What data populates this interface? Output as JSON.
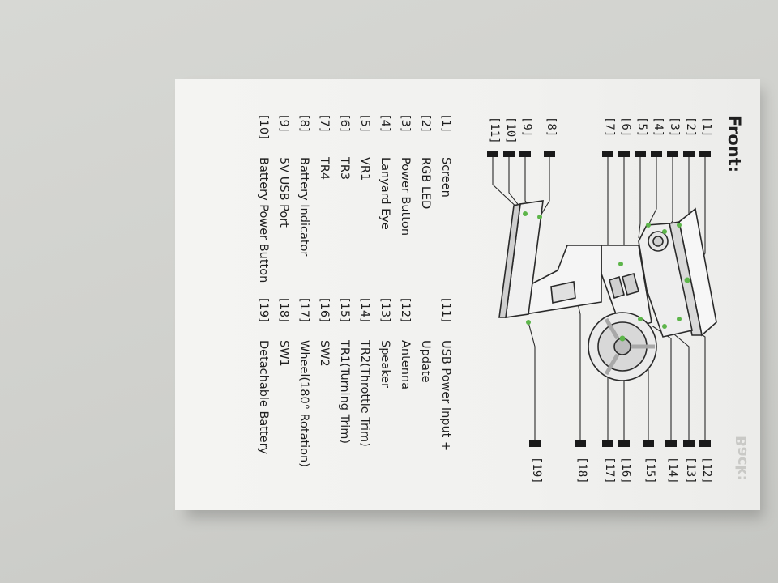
{
  "document": {
    "title": "Front:",
    "ghost_title": "Back:",
    "left_callouts": [
      "[1]",
      "[2]",
      "[3]",
      "[4]",
      "[5]",
      "[6]",
      "[7]",
      "[8]",
      "[9]",
      "[10]",
      "[11]"
    ],
    "right_callouts": [
      "[12]",
      "[13]",
      "[14]",
      "[15]",
      "[16]",
      "[17]",
      "[18]",
      "[19]"
    ],
    "legend_col1": [
      {
        "num": "[1]",
        "text": "Screen"
      },
      {
        "num": "[2]",
        "text": "RGB LED"
      },
      {
        "num": "[3]",
        "text": "Power Button"
      },
      {
        "num": "[4]",
        "text": "Lanyard Eye"
      },
      {
        "num": "[5]",
        "text": "VR1"
      },
      {
        "num": "[6]",
        "text": "TR3"
      },
      {
        "num": "[7]",
        "text": "TR4"
      },
      {
        "num": "[8]",
        "text": "Battery Indicator"
      },
      {
        "num": "[9]",
        "text": "5V USB Port"
      },
      {
        "num": "[10]",
        "text": "Battery Power Button"
      }
    ],
    "legend_col2": [
      {
        "num": "[11]",
        "text": "USB Power Input +"
      },
      {
        "num": "",
        "text": "Update"
      },
      {
        "num": "[12]",
        "text": "Antenna"
      },
      {
        "num": "[13]",
        "text": "Speaker"
      },
      {
        "num": "[14]",
        "text": "TR2(Throttle Trim)"
      },
      {
        "num": "[15]",
        "text": "TR1(Turning Trim)"
      },
      {
        "num": "[16]",
        "text": "SW2"
      },
      {
        "num": "[17]",
        "text": "Wheel(180° Rotation)"
      },
      {
        "num": "[18]",
        "text": "SW1"
      },
      {
        "num": "[19]",
        "text": "Detachable Battery"
      }
    ]
  },
  "colors": {
    "ink": "#1f1f1f",
    "highlight_green": "#5db54a",
    "paper": "#f2f2f0",
    "background": "#d2d3cf"
  },
  "icons": {
    "transmitter": "rc-transmitter-illustration"
  }
}
